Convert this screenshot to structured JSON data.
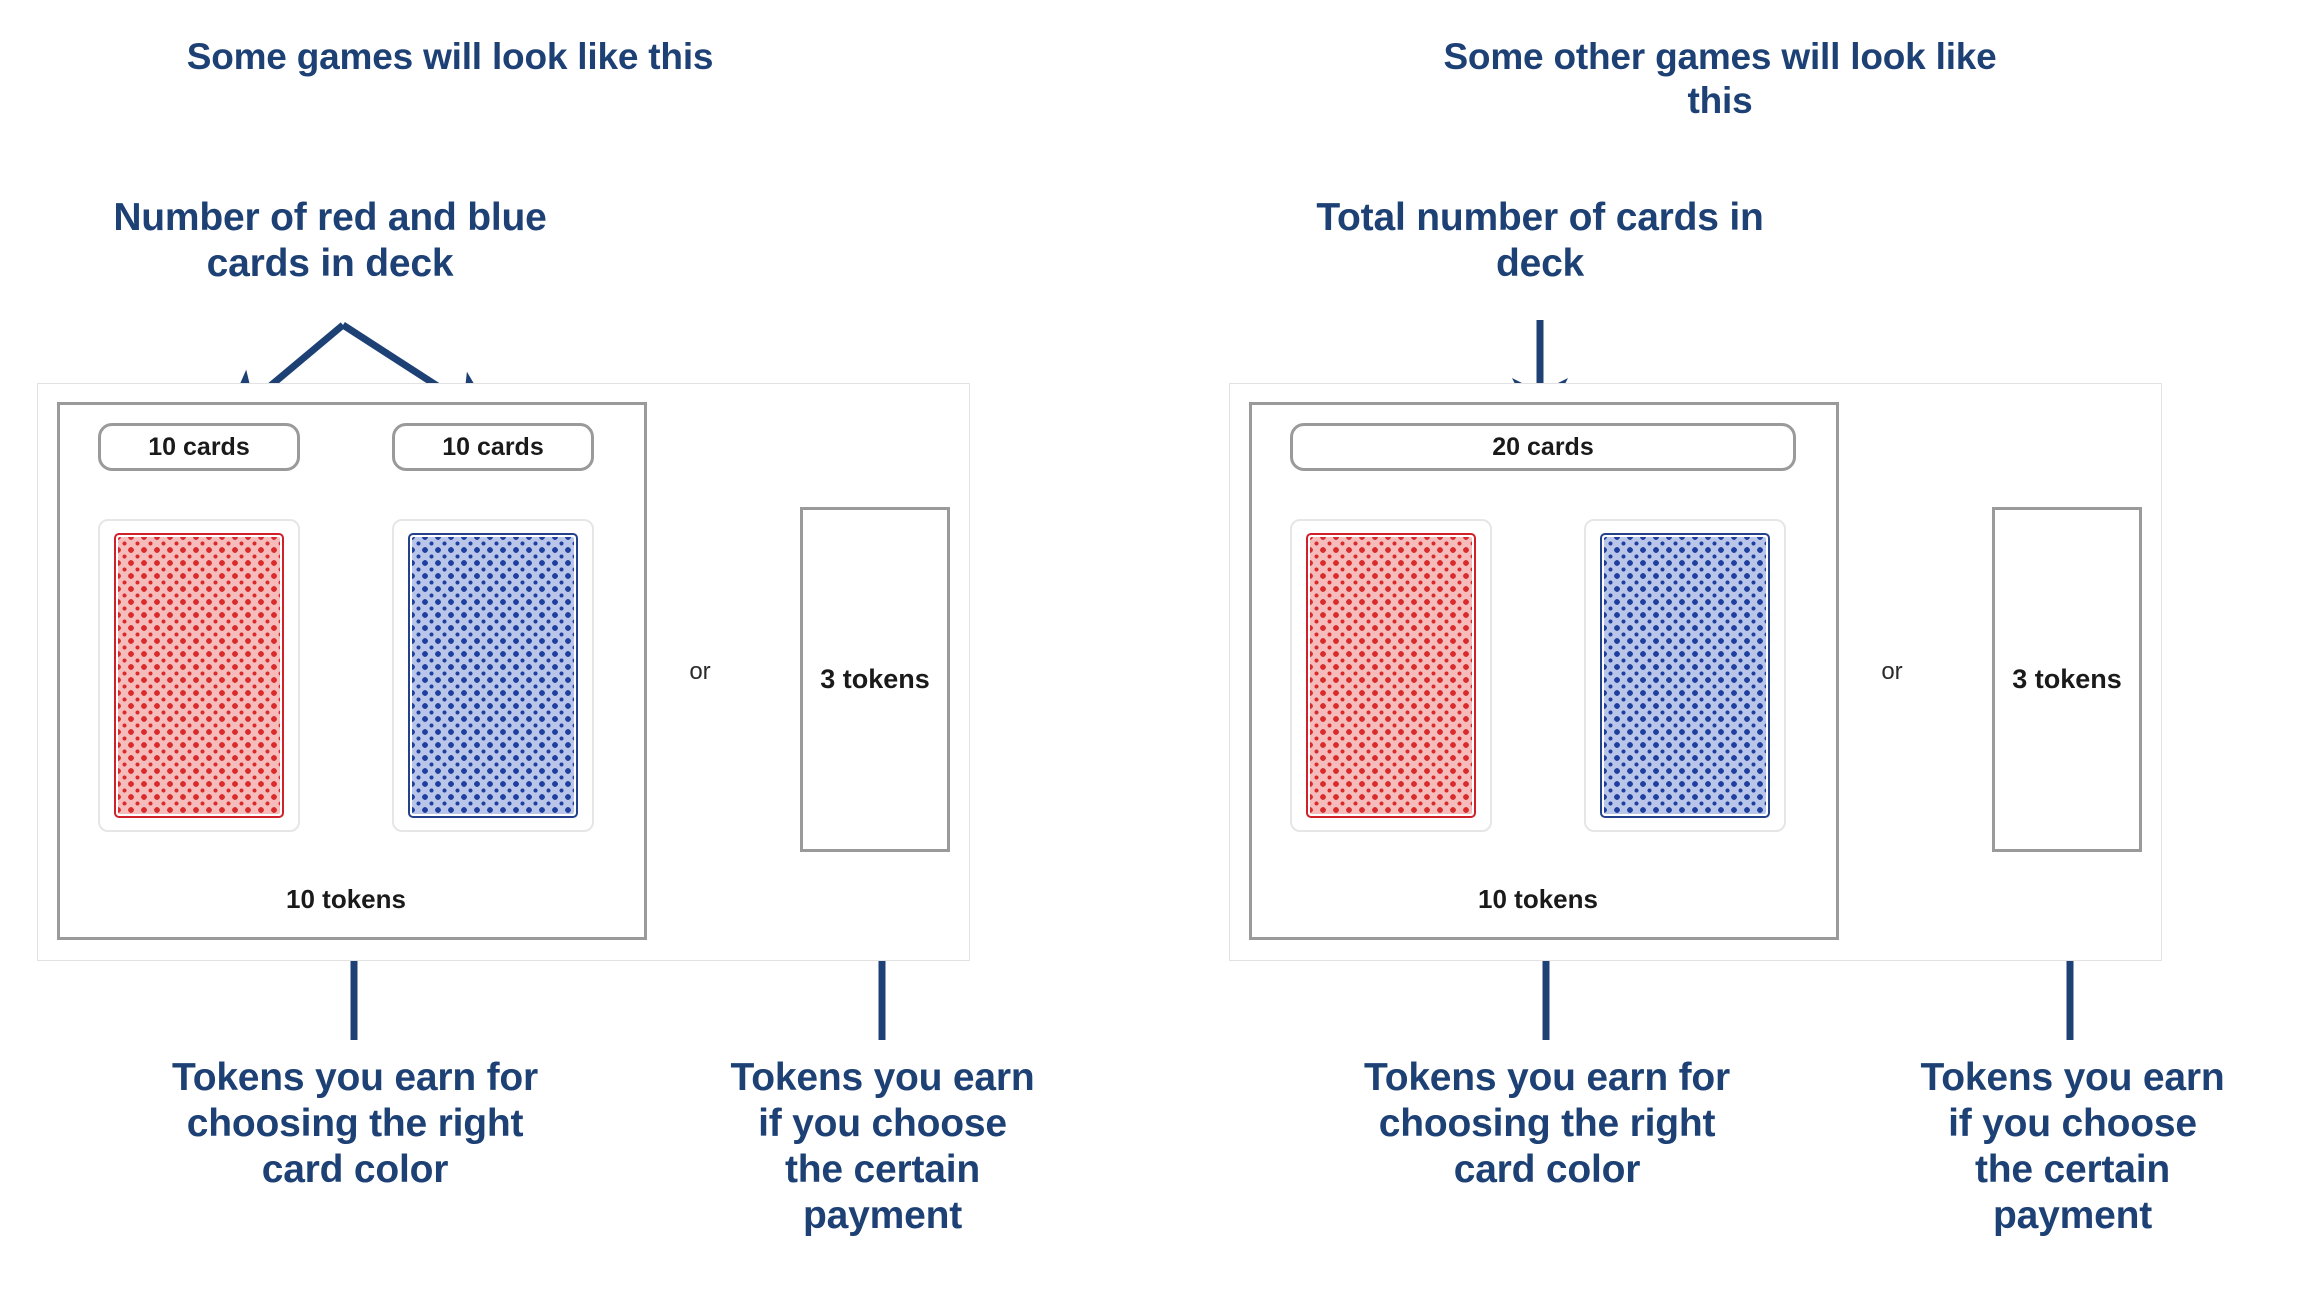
{
  "accent_blue": "#1e4175",
  "gray_border": "#9a9a9a",
  "red_card_color": "#d0202a",
  "blue_card_color": "#24418c",
  "panels": [
    {
      "id": "left",
      "title": "Some games will look like this",
      "callout": "Number of red and blue cards in deck",
      "callout_line1": "Number of red and blue",
      "callout_line2": "cards in deck",
      "pills": [
        {
          "label": "10 cards"
        },
        {
          "label": "10 cards"
        }
      ],
      "cards": [
        {
          "color_name": "red"
        },
        {
          "color_name": "blue"
        }
      ],
      "payoff_label": "10 tokens",
      "or_label": "or",
      "certain_label": "3 tokens",
      "footnote_left": "Tokens you earn for choosing the right card color",
      "footnote_left_lines": [
        "Tokens you earn for",
        "choosing the right",
        "card color"
      ],
      "footnote_right": "Tokens you earn if you choose the certain payment",
      "footnote_right_lines": [
        "Tokens you earn",
        "if you choose",
        "the certain",
        "payment"
      ]
    },
    {
      "id": "right",
      "title": "Some other games will look like this",
      "title_line1": "Some other games will look like",
      "title_line2": "this",
      "callout": "Total number of cards in deck",
      "callout_line1": "Total number of cards in",
      "callout_line2": "deck",
      "pills": [
        {
          "label": "20 cards"
        }
      ],
      "cards": [
        {
          "color_name": "red"
        },
        {
          "color_name": "blue"
        }
      ],
      "payoff_label": "10 tokens",
      "or_label": "or",
      "certain_label": "3 tokens",
      "footnote_left": "Tokens you earn for choosing the right card color",
      "footnote_left_lines": [
        "Tokens you earn for",
        "choosing the right",
        "card color"
      ],
      "footnote_right": "Tokens you earn if you choose the certain payment",
      "footnote_right_lines": [
        "Tokens you earn",
        "if you choose",
        "the certain",
        "payment"
      ]
    }
  ]
}
